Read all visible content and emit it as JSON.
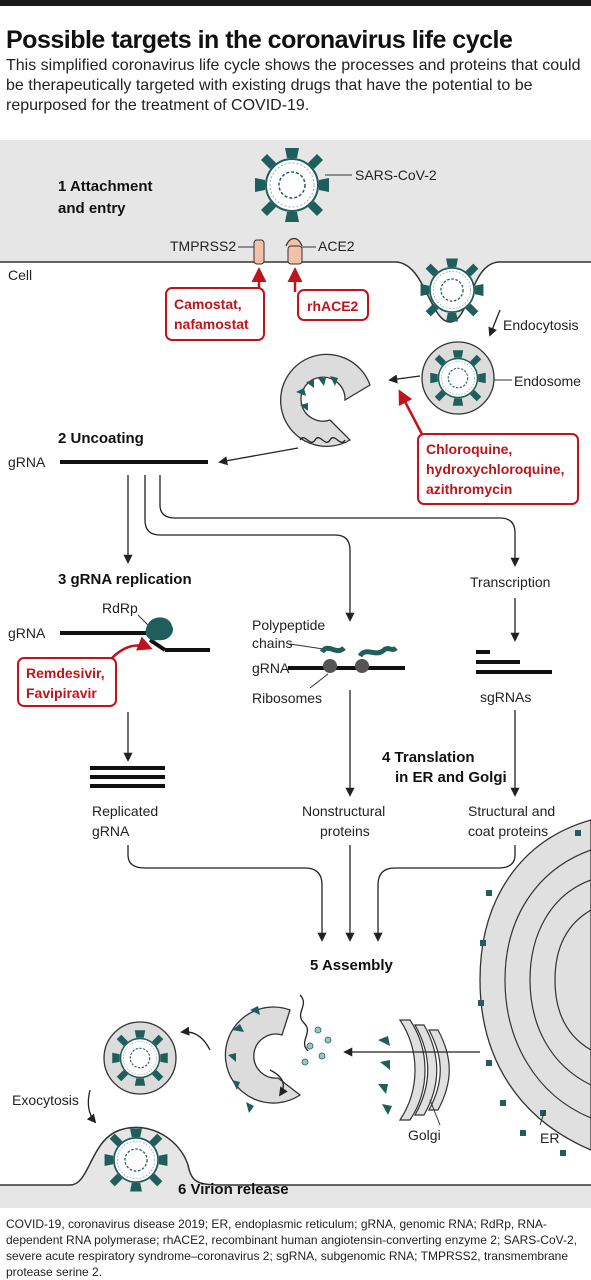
{
  "header": {
    "title": "Possible targets in the coronavirus life cycle",
    "subtitle": "This simplified coronavirus life cycle shows the processes and proteins that could be therapeutically targeted with existing drugs that have the potential to be repurposed for the treatment of COVID-19."
  },
  "labels": {
    "virus": "SARS-CoV-2",
    "cell": "Cell",
    "tmprss2": "TMPRSS2",
    "ace2": "ACE2",
    "endocytosis": "Endocytosis",
    "endosome": "Endosome",
    "grna_uncoating": "gRNA",
    "grna_replication": "gRNA",
    "rdrp": "RdRp",
    "transcription": "Transcription",
    "polypeptide_1": "Polypeptide",
    "polypeptide_2": "chains",
    "grna_translation": "gRNA",
    "ribosomes": "Ribosomes",
    "sgrnas": "sgRNAs",
    "replicated_1": "Replicated",
    "replicated_2": "gRNA",
    "nonstructural_1": "Nonstructural",
    "nonstructural_2": "proteins",
    "structural_1": "Structural and",
    "structural_2": "coat proteins",
    "exocytosis": "Exocytosis",
    "golgi": "Golgi",
    "er": "ER"
  },
  "steps": {
    "s1_num": "1",
    "s1_line1": "Attachment",
    "s1_line2": "and entry",
    "s2_num": "2",
    "s2": "Uncoating",
    "s3_num": "3",
    "s3": "gRNA replication",
    "s4_num": "4",
    "s4_line1": "Translation",
    "s4_line2": "in ER and Golgi",
    "s5_num": "5",
    "s5": "Assembly",
    "s6_num": "6",
    "s6": "Virion release"
  },
  "drugs": {
    "camostat_1": "Camostat,",
    "camostat_2": "nafamostat",
    "rhace2": "rhACE2",
    "chloro_1": "Chloroquine,",
    "chloro_2": "hydroxychloroquine,",
    "chloro_3": "azithromycin",
    "remdesivir_1": "Remdesivir,",
    "remdesivir_2": "Favipiravir"
  },
  "colors": {
    "drug_red": "#c0141d",
    "virus_teal": "#1f5e5a",
    "cell_gray": "#e4e4e4",
    "receptor": "#f2c1a8"
  },
  "footer": "COVID-19, coronavirus disease 2019; ER, endoplasmic reticulum; gRNA, genomic RNA; RdRp, RNA- dependent RNA polymerase; rhACE2, recombinant human angiotensin-converting enzyme 2; SARS-CoV-2, severe acute respiratory syndrome–coronavirus 2; sgRNA, subgenomic RNA; TMPRSS2, transmembrane protease serine 2."
}
